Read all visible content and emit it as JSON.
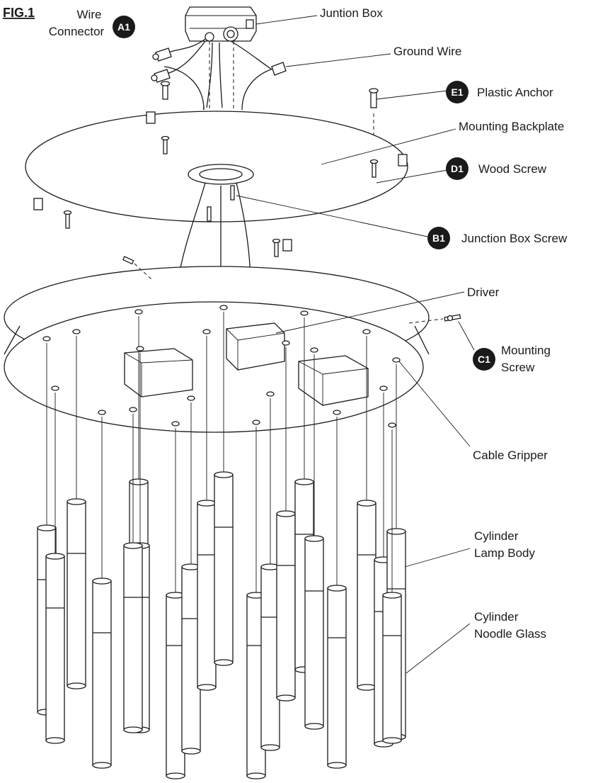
{
  "figure_title": "FIG.1",
  "labels": {
    "wire_connector_1": "Wire",
    "wire_connector_2": "Connector",
    "junction_box": "Juntion Box",
    "ground_wire": "Ground Wire",
    "plastic_anchor": "Plastic Anchor",
    "mounting_backplate": "Mounting Backplate",
    "wood_screw": "Wood Screw",
    "junction_box_screw": "Junction Box Screw",
    "driver": "Driver",
    "mounting_screw_1": "Mounting",
    "mounting_screw_2": "Screw",
    "cable_gripper": "Cable Gripper",
    "lamp_body_1": "Cylinder",
    "lamp_body_2": "Lamp Body",
    "noodle_glass_1": "Cylinder",
    "noodle_glass_2": "Noodle Glass"
  },
  "badges": {
    "a1": "A1",
    "e1": "E1",
    "d1": "D1",
    "b1": "B1",
    "c1": "C1"
  },
  "colors": {
    "line": "#1a1a1a",
    "badge": "#1a1a1a",
    "badge_text": "#ffffff",
    "background": "#ffffff"
  }
}
